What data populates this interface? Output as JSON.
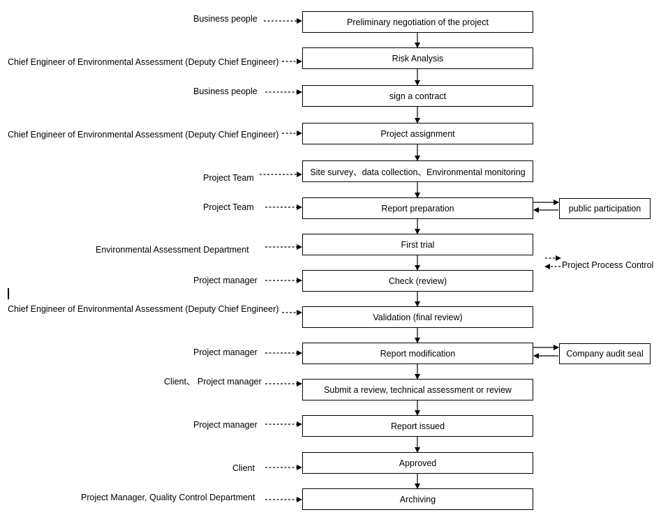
{
  "steps": [
    {
      "label": "Preliminary negotiation of the project",
      "actor": "Business people"
    },
    {
      "label": "Risk Analysis",
      "actor": "Chief Engineer of Environmental Assessment (Deputy Chief Engineer)"
    },
    {
      "label": "sign a contract",
      "actor": "Business people"
    },
    {
      "label": "Project assignment",
      "actor": "Chief Engineer of Environmental Assessment (Deputy Chief Engineer)"
    },
    {
      "label": "Site survey、data collection、Environmental monitoring",
      "actor": "Project Team"
    },
    {
      "label": "Report preparation",
      "actor": "Project Team"
    },
    {
      "label": "First trial",
      "actor": "Environmental Assessment Department"
    },
    {
      "label": "Check (review)",
      "actor": "Project manager"
    },
    {
      "label": "Validation (final review)",
      "actor": "Chief Engineer of Environmental Assessment (Deputy Chief Engineer)"
    },
    {
      "label": "Report modification",
      "actor": "Project manager"
    },
    {
      "label": "Submit a review, technical assessment or review",
      "actor": "Client、 Project manager"
    },
    {
      "label": "Report issued",
      "actor": "Project manager"
    },
    {
      "label": "Approved",
      "actor": "Client"
    },
    {
      "label": "Archiving",
      "actor": "Project Manager, Quality Control Department"
    }
  ],
  "side_boxes": {
    "public_participation": "public participation",
    "company_audit_seal": "Company audit seal"
  },
  "legend": {
    "label": "Project Process Control"
  }
}
